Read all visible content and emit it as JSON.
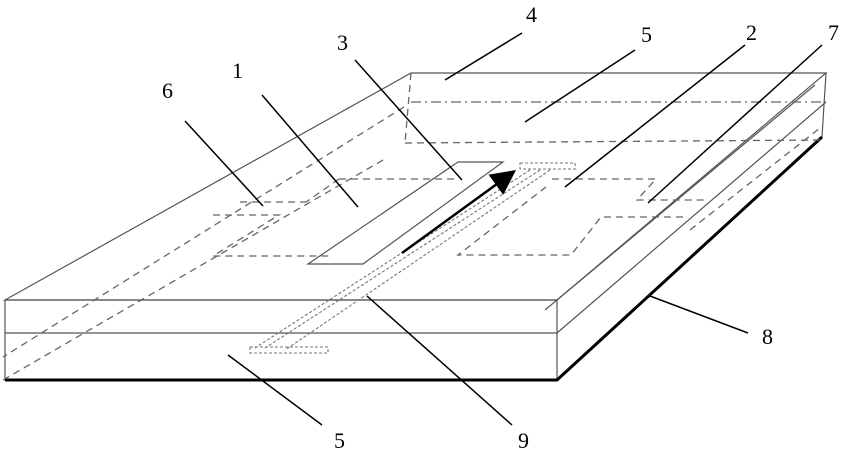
{
  "labels": {
    "l1": "1",
    "l2": "2",
    "l3": "3",
    "l4": "4",
    "l5_top": "5",
    "l5_bottom": "5",
    "l6": "6",
    "l7": "7",
    "l8": "8",
    "l9": "9"
  }
}
